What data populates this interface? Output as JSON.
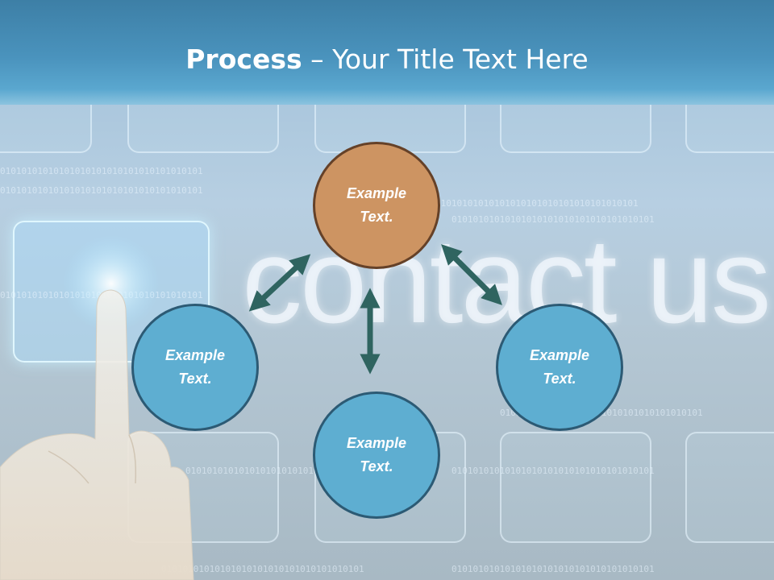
{
  "slide": {
    "title_bold": "Process",
    "title_rest": " – Your Title Text Here",
    "background_text": "contact us",
    "binary_text": "01010101010101010101010101010101010101"
  },
  "nodes": [
    {
      "id": "top",
      "label": "Example\nText.",
      "color": "#cd9462"
    },
    {
      "id": "left",
      "label": "Example\nText.",
      "color": "#5eaed1"
    },
    {
      "id": "right",
      "label": "Example\nText.",
      "color": "#5eaed1"
    },
    {
      "id": "bottom",
      "label": "Example\nText.",
      "color": "#5eaed1"
    }
  ],
  "colors": {
    "header": "#4a93bd",
    "arrow": "#2f6460",
    "node_blue": "#5eaed1",
    "node_orange": "#cd9462"
  }
}
